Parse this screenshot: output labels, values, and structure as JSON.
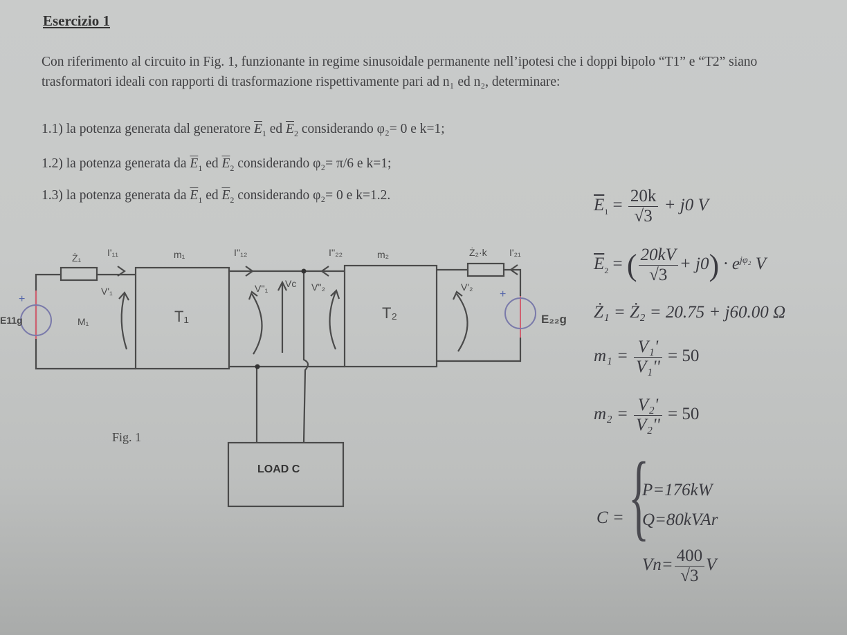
{
  "document": {
    "title": "Esercizio 1",
    "intro": "Con riferimento al circuito in Fig. 1, funzionante in regime sinusoidale permanente nell’ipotesi che i doppi bipolo “T1” e “T2” siano trasformatori ideali con rapporti di trasformazione rispettivamente pari ad n₁ ed n₂, determinare:",
    "questions": [
      {
        "num": "1.1)",
        "pre": "la potenza generata dal generatore",
        "e1": "E",
        "e1sub": "1",
        "ed": "ed",
        "e2": "E",
        "e2sub": "2",
        "post": "considerando φ₂= 0 e k=1;"
      },
      {
        "num": "1.2)",
        "pre": "la potenza generata da",
        "e1": "E",
        "e1sub": "1",
        "ed": "ed",
        "e2": "E",
        "e2sub": "2",
        "post": "considerando φ₂= π/6 e k=1;"
      },
      {
        "num": "1.3)",
        "pre": "la potenza generata da",
        "e1": "E",
        "e1sub": "1",
        "ed": "ed",
        "e2": "E",
        "e2sub": "2",
        "post": "considerando φ₂= 0 e k=1.2."
      }
    ],
    "figure_caption": "Fig. 1"
  },
  "equations": {
    "e1": {
      "lhs": "E",
      "sub": "1",
      "num": "20k",
      "den": "√3",
      "tail": "+ j0 V"
    },
    "e2": {
      "lhs": "E",
      "sub": "2",
      "num": "20kV",
      "den": "√3",
      "tail": "+ j0",
      "exp": "· e",
      "sup": "jφ₂",
      "unit": "V"
    },
    "z": "Ż₁ = Ż₂ = 20.75 + j60.00 Ω",
    "m1": {
      "lhs": "m₁ =",
      "num": "V₁'",
      "den": "V₁''",
      "rhs": "= 50"
    },
    "m2": {
      "lhs": "m₂ =",
      "num": "V₂'",
      "den": "V₂''",
      "rhs": "= 50"
    },
    "load": {
      "lhs": "C =",
      "p": "P=176kW",
      "q": "Q=80kVAr",
      "vn_lhs": "Vn=",
      "vn_num": "400",
      "vn_den": "√3",
      "vn_unit": "V"
    }
  },
  "circuit": {
    "source1_label": "E11g",
    "z1": "Ż₁",
    "i11": "I'₁₁",
    "v1p": "V'₁",
    "mesh": "M₁",
    "m1": "m₁",
    "t1": "T₁",
    "i12": "I''₁₂",
    "v1pp": "V''₁",
    "vc": "Vc",
    "v2pp": "V''₂",
    "i22": "I''₂₂",
    "m2": "m₂",
    "t2": "T₂",
    "z2k": "Ż₂·k",
    "i21": "I'₂₁",
    "v2p": "V'₂",
    "source2_label": "E₂₂g",
    "plus": "+",
    "load_label": "LOAD C"
  }
}
